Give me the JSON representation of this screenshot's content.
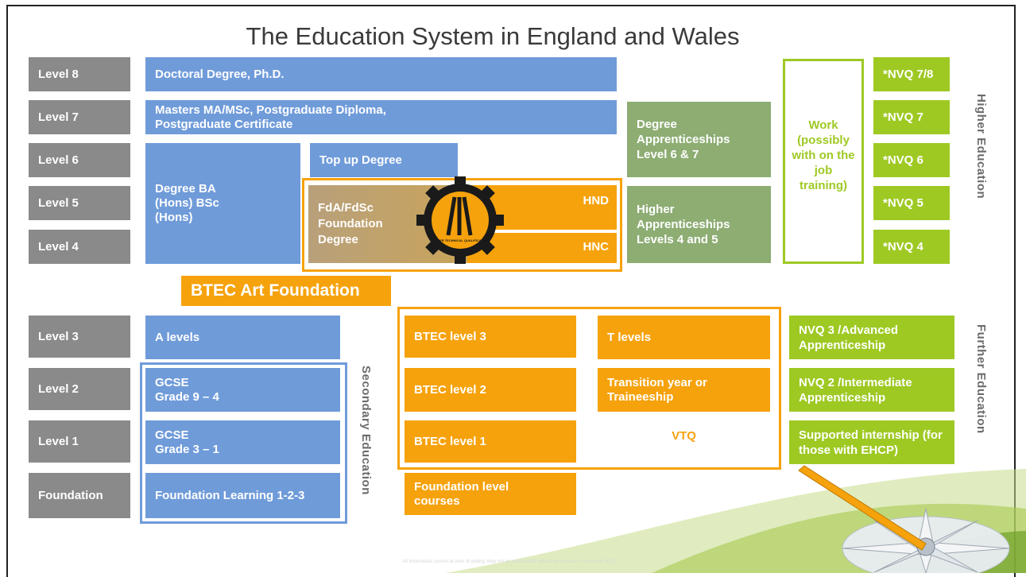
{
  "title": "The Education System in England and Wales",
  "levels": {
    "l8": "Level 8",
    "l7": "Level 7",
    "l6": "Level 6",
    "l5": "Level 5",
    "l4": "Level 4",
    "l3": "Level 3",
    "l2": "Level 2",
    "l1": "Level 1",
    "foundation": "Foundation"
  },
  "higher": {
    "doctoral": "Doctoral Degree, Ph.D.",
    "masters": "Masters MA/MSc, Postgraduate Diploma, Postgraduate Certificate",
    "degree": "Degree BA (Hons) BSc (Hons)",
    "top_up": "Top up Degree",
    "fda": "FdA/FdSc Foundation Degree",
    "hnd": "HND",
    "hnc": "HNC",
    "emblem": "HIGHER TECHNICAL QUALIFICATION",
    "degree_apprenticeships": "Degree Apprenticeships Level 6 & 7",
    "higher_apprenticeships": "Higher Apprenticeships Levels 4 and 5",
    "work": "Work (possibly with on the job training)",
    "nvq78": "*NVQ 7/8",
    "nvq7": "*NVQ 7",
    "nvq6": "*NVQ 6",
    "nvq5": "*NVQ 5",
    "nvq4": "*NVQ 4"
  },
  "btec_art": "BTEC Art Foundation",
  "secondary": {
    "a_levels": "A levels",
    "gcse_94": "GCSE Grade 9 – 4",
    "gcse_31": "GCSE Grade 3 – 1",
    "foundation_learning": "Foundation Learning 1-2-3"
  },
  "further": {
    "btec3": "BTEC level 3",
    "btec2": "BTEC level 2",
    "btec1": "BTEC level 1",
    "t_levels": "T levels",
    "transition": "Transition year or Traineeship",
    "vtq": "VTQ",
    "foundation_courses": "Foundation level courses",
    "nvq3": "NVQ 3 /Advanced Apprenticeship",
    "nvq2": "NVQ 2 /Intermediate Apprenticeship",
    "supported": "Supported internship (for those with EHCP)"
  },
  "side_labels": {
    "higher_education": "Higher Education",
    "further_education": "Further Education",
    "secondary_education": "Secondary Education"
  },
  "footer": "All information correct at time of writing. May not be reproduced without permission © marcr.net 2022",
  "colors": {
    "level_grey": "#8a8a8a",
    "blue": "#6f9bd9",
    "orange": "#f6a20c",
    "sage_green": "#8dad73",
    "lime_green": "#9ec923"
  }
}
